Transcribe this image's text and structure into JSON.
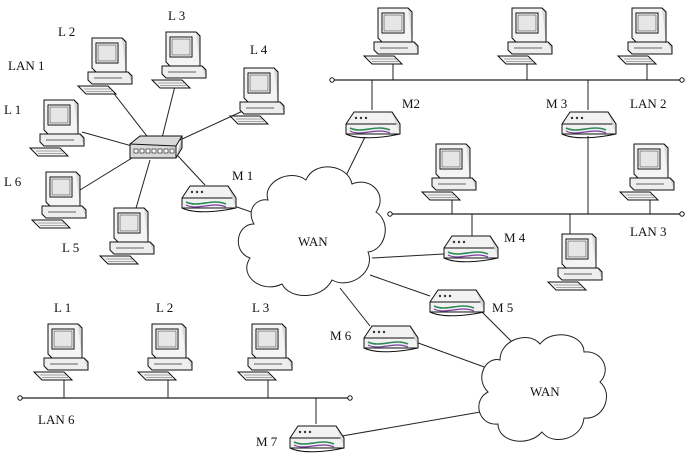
{
  "labels": {
    "lan1": "LAN 1",
    "lan2": "LAN 2",
    "lan3": "LAN 3",
    "lan6": "LAN 6",
    "wan_top": "WAN",
    "wan_bottom": "WAN",
    "m1": "M 1",
    "m2": "M2",
    "m3": "M 3",
    "m4": "M 4",
    "m5": "M 5",
    "m6": "M 6",
    "m7": "M 7",
    "lan1_l1": "L 1",
    "lan1_l2": "L 2",
    "lan1_l3": "L 3",
    "lan1_l4": "L 4",
    "lan1_l5": "L 5",
    "lan1_l6": "L 6",
    "lan6_l1": "L 1",
    "lan6_l2": "L 2",
    "lan6_l3": "L 3"
  },
  "icons": {
    "computer": "desktop-computer-icon",
    "hub": "hub-switch-icon",
    "modem": "modem-router-icon",
    "cloud": "network-cloud-icon"
  }
}
